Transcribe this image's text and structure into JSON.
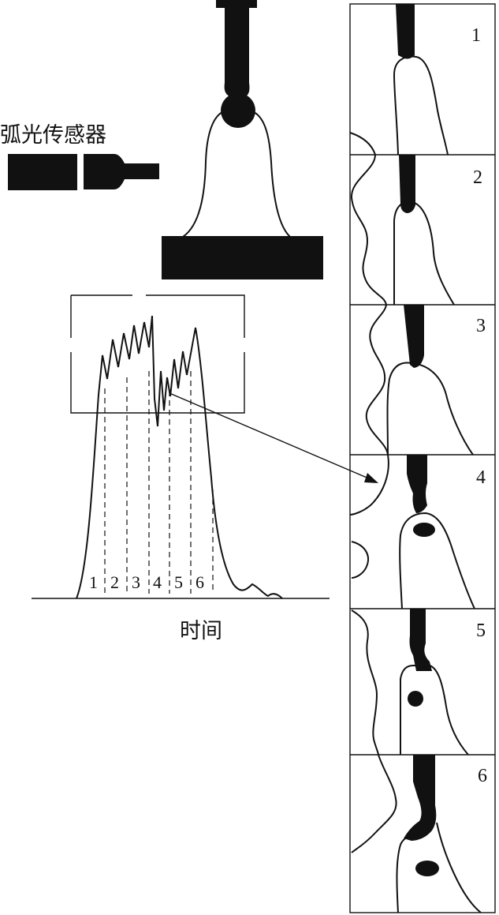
{
  "sensor_label": "弧光传感器",
  "time_axis_label": "时间",
  "stage_labels": [
    "1",
    "2",
    "3",
    "4",
    "5",
    "6"
  ],
  "panel_numbers": [
    "1",
    "2",
    "3",
    "4",
    "5",
    "6"
  ],
  "colors": {
    "ink": "#111111",
    "background": "#ffffff"
  }
}
